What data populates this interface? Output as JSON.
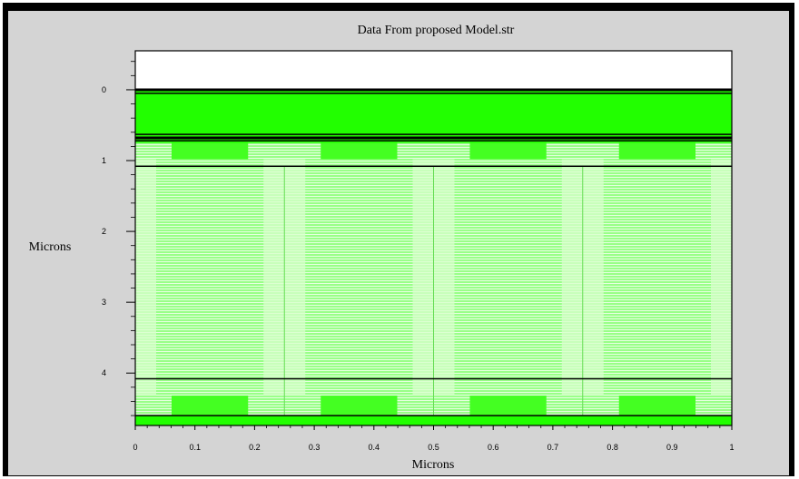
{
  "chart_data": {
    "type": "heatmap",
    "title": "Data From proposed Model.str",
    "xlabel": "Microns",
    "ylabel": "Microns",
    "xlim": [
      0,
      1
    ],
    "ylim": [
      4.74,
      -0.55
    ],
    "x_ticks": [
      "0",
      "0.1",
      "0.2",
      "0.3",
      "0.4",
      "0.5",
      "0.6",
      "0.7",
      "0.8",
      "0.9",
      "1"
    ],
    "y_ticks": [
      "0",
      "1",
      "2",
      "3",
      "4"
    ],
    "layers": [
      {
        "region": "top",
        "y_from": -0.55,
        "y_to": 0.0,
        "color": "#ffffff"
      },
      {
        "region": "upper",
        "y_from": 0.0,
        "y_to": 0.75,
        "color": "#22ff00"
      },
      {
        "region": "middle",
        "y_from": 0.75,
        "y_to": 4.6,
        "color": "#99ff88"
      },
      {
        "region": "bottom",
        "y_from": 4.6,
        "y_to": 4.74,
        "color": "#22ff00"
      }
    ],
    "boundaries": [
      0.0,
      0.05,
      0.63,
      0.68,
      0.72,
      1.08,
      4.08,
      4.6
    ],
    "vertical_lines": [
      0.25,
      0.5,
      0.75
    ]
  }
}
